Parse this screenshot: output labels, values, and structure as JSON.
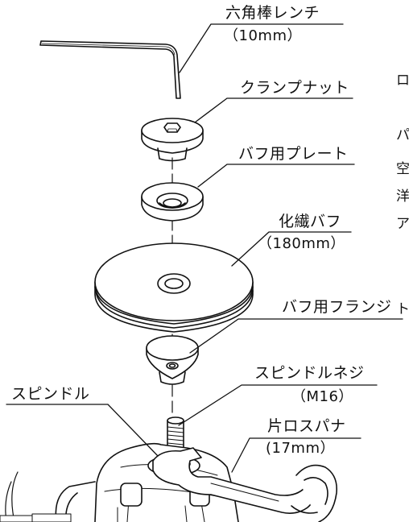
{
  "labels": {
    "hex_wrench": "六角棒レンチ",
    "hex_wrench_size": "（10mm）",
    "clamp_nut": "クランプナット",
    "buff_plate": "バフ用プレート",
    "buff": "化繊バフ",
    "buff_size": "（180mm）",
    "buff_flange": "バフ用フランジ",
    "spindle_screw": "スピンドルネジ",
    "spindle_screw_size": "（M16）",
    "spindle": "スピンドル",
    "spanner": "片ロスパナ",
    "spanner_size": "(17mm）"
  },
  "margin_text": [
    "ロ",
    "パ",
    "空",
    "洋",
    "ア",
    "ト"
  ],
  "colors": {
    "line": "#111111",
    "background": "#ffffff"
  }
}
